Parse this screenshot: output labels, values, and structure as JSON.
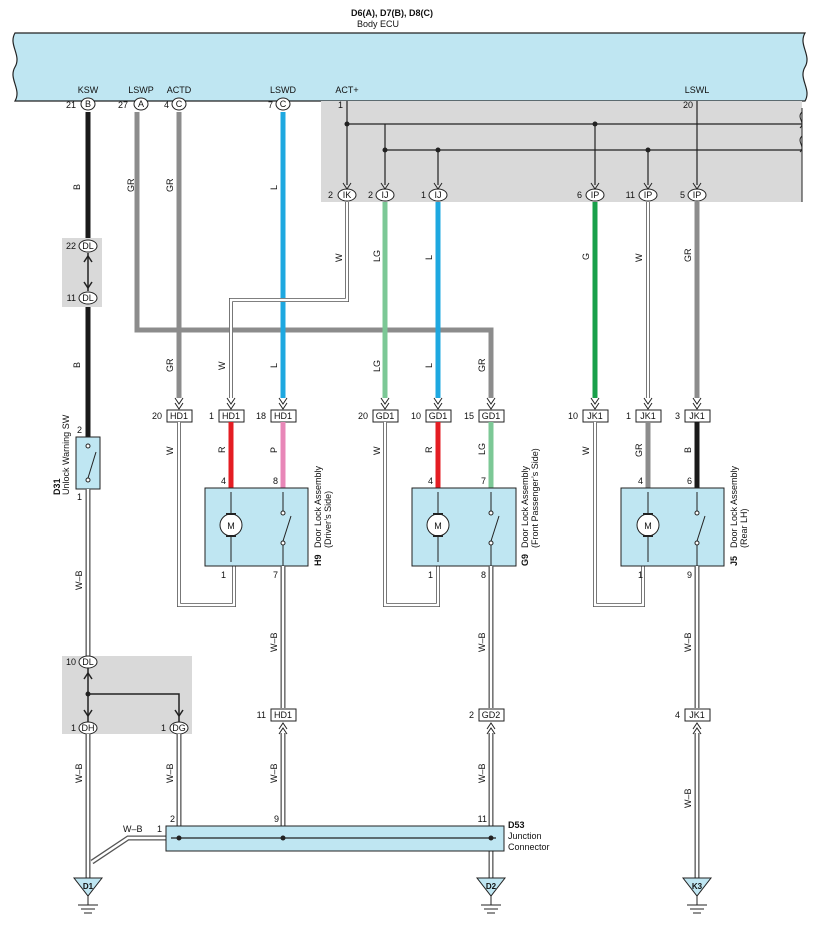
{
  "header": {
    "connectors": "D6(A), D7(B), D8(C)",
    "name": "Body ECU"
  },
  "ecu_terminals": [
    {
      "label": "KSW",
      "pin": "21",
      "conn": "B"
    },
    {
      "label": "LSWP",
      "pin": "27",
      "conn": "A"
    },
    {
      "label": "ACTD",
      "pin": "4",
      "conn": "C"
    },
    {
      "label": "LSWD",
      "pin": "7",
      "conn": "C"
    },
    {
      "label": "ACT+",
      "pin": "1",
      "conn": ""
    },
    {
      "label": "LSWL",
      "pin": "20",
      "conn": ""
    }
  ],
  "gray_connectors": [
    {
      "pin": "2",
      "conn": "IK"
    },
    {
      "pin": "2",
      "conn": "IJ"
    },
    {
      "pin": "1",
      "conn": "IJ"
    },
    {
      "pin": "6",
      "conn": "IP"
    },
    {
      "pin": "11",
      "conn": "IP"
    },
    {
      "pin": "5",
      "conn": "IP"
    }
  ],
  "wire_colors": {
    "b": "B",
    "gr": "GR",
    "w": "W",
    "l": "L",
    "lg": "LG",
    "g": "G",
    "r": "R",
    "p": "P",
    "wb": "W–B"
  },
  "colors": {
    "ecu_fill": "#bfe6f2",
    "gray_area": "#d9d9d9",
    "black": "#1a1a1a",
    "gray": "#8c8c8c",
    "blue": "#1ea8e0",
    "light_green": "#7cc896",
    "green": "#19a04a",
    "red": "#e41d23",
    "pink": "#e887b8",
    "white_wire": "#ffffff"
  },
  "joint_dl_top": {
    "pin1": "22",
    "conn1": "DL",
    "pin2": "11",
    "conn2": "DL"
  },
  "joint_bottom": {
    "pin_dl": "10",
    "conn_dl": "DL",
    "pin_dh": "1",
    "conn_dh": "DH",
    "pin_dg": "1",
    "conn_dg": "DG"
  },
  "unlock_switch": {
    "code": "D31",
    "name": "Unlock Warning SW",
    "pin_top": "2",
    "pin_bottom": "1"
  },
  "hd1_row": [
    {
      "pin": "20",
      "conn": "HD1"
    },
    {
      "pin": "1",
      "conn": "HD1"
    },
    {
      "pin": "18",
      "conn": "HD1"
    }
  ],
  "gd1_row": [
    {
      "pin": "20",
      "conn": "GD1"
    },
    {
      "pin": "10",
      "conn": "GD1"
    },
    {
      "pin": "15",
      "conn": "GD1"
    }
  ],
  "jk1_row": [
    {
      "pin": "10",
      "conn": "JK1"
    },
    {
      "pin": "1",
      "conn": "JK1"
    },
    {
      "pin": "3",
      "conn": "JK1"
    }
  ],
  "door_locks": [
    {
      "code": "H9",
      "name": "Door Lock Assembly",
      "sub": "(Driver’s Side)",
      "pins": [
        "4",
        "8",
        "1",
        "7"
      ],
      "motor": "M"
    },
    {
      "code": "G9",
      "name": "Door Lock Assembly",
      "sub": "(Front Passenger’s Side)",
      "pins": [
        "4",
        "7",
        "1",
        "8"
      ],
      "motor": "M"
    },
    {
      "code": "J5",
      "name": "Door Lock Assembly",
      "sub": "(Rear LH)",
      "pins": [
        "4",
        "6",
        "1",
        "9"
      ],
      "motor": "M"
    }
  ],
  "lower_connectors": [
    {
      "pin": "11",
      "conn": "HD1"
    },
    {
      "pin": "2",
      "conn": "GD2"
    },
    {
      "pin": "4",
      "conn": "JK1"
    }
  ],
  "junction": {
    "code": "D53",
    "name1": "Junction",
    "name2": "Connector",
    "pins": [
      "1",
      "2",
      "9",
      "11"
    ]
  },
  "grounds": [
    "D1",
    "D2",
    "K3"
  ]
}
